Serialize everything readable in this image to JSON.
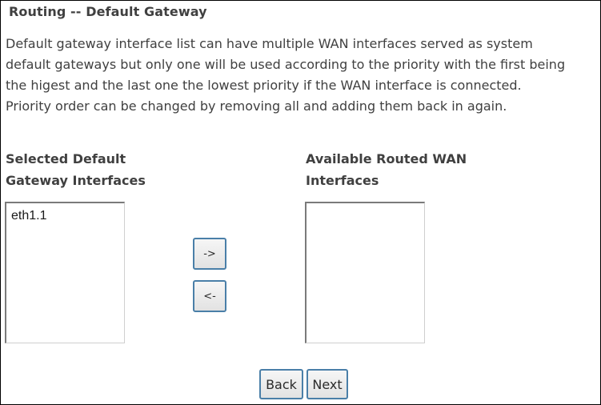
{
  "page": {
    "title": "Routing -- Default Gateway",
    "description_lines": [
      "Default gateway interface list can have multiple WAN interfaces served as system",
      "default gateways but only one will be used according to the priority with the first being",
      "the higest and the last one the lowest priority if the WAN interface is connected.",
      "Priority order can be changed by removing all and adding them back in again."
    ]
  },
  "selected_list": {
    "heading_lines": [
      "Selected Default",
      "Gateway Interfaces"
    ],
    "items": [
      "eth1.1"
    ]
  },
  "available_list": {
    "heading_lines": [
      "Available Routed WAN",
      "Interfaces"
    ],
    "items": []
  },
  "buttons": {
    "add_label": "->",
    "remove_label": "<-",
    "back_label": "Back",
    "next_label": "Next"
  }
}
